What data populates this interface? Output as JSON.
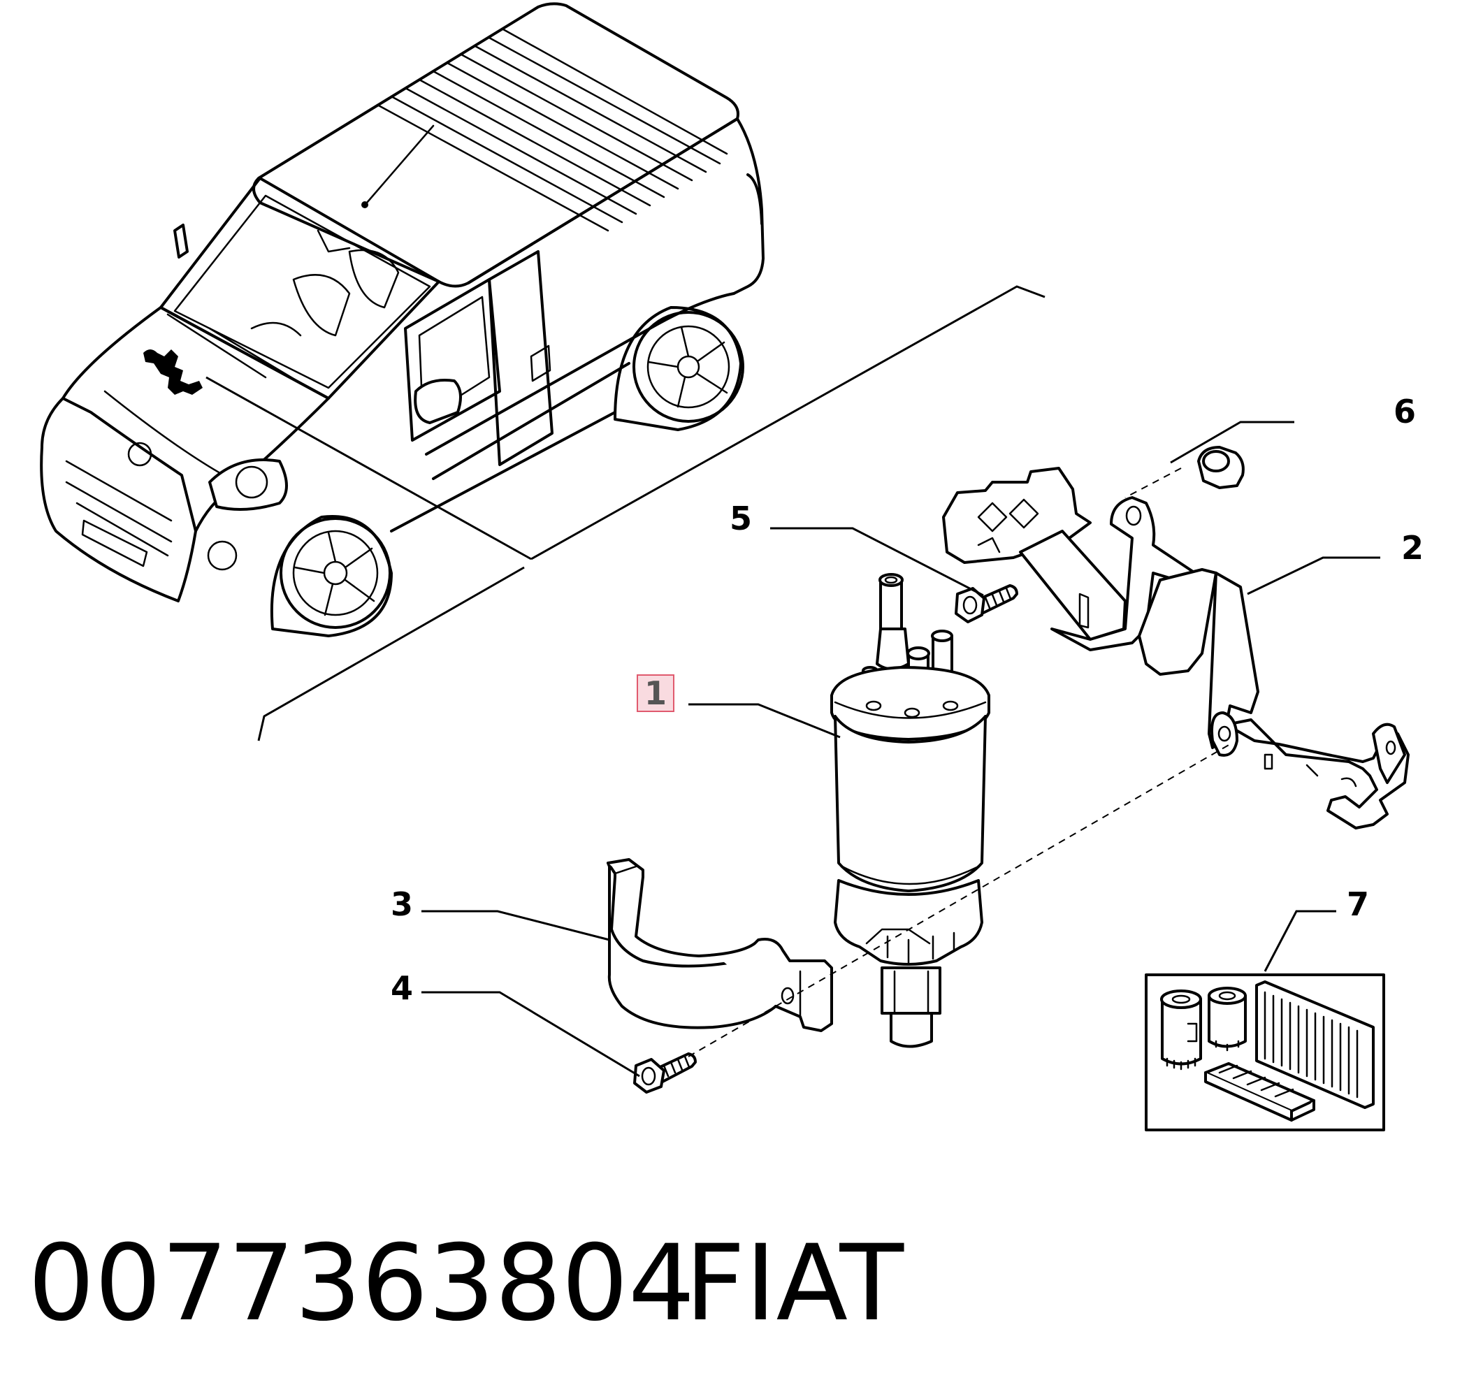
{
  "callouts": {
    "c1": "1",
    "c2": "2",
    "c3": "3",
    "c4": "4",
    "c5": "5",
    "c6": "6",
    "c7": "7"
  },
  "footer": {
    "part_number": "0077363804",
    "brand": "FIAT"
  },
  "colors": {
    "highlight_fill": "#f9dbe0",
    "highlight_stroke": "#e05a6e",
    "ink": "#000000"
  }
}
